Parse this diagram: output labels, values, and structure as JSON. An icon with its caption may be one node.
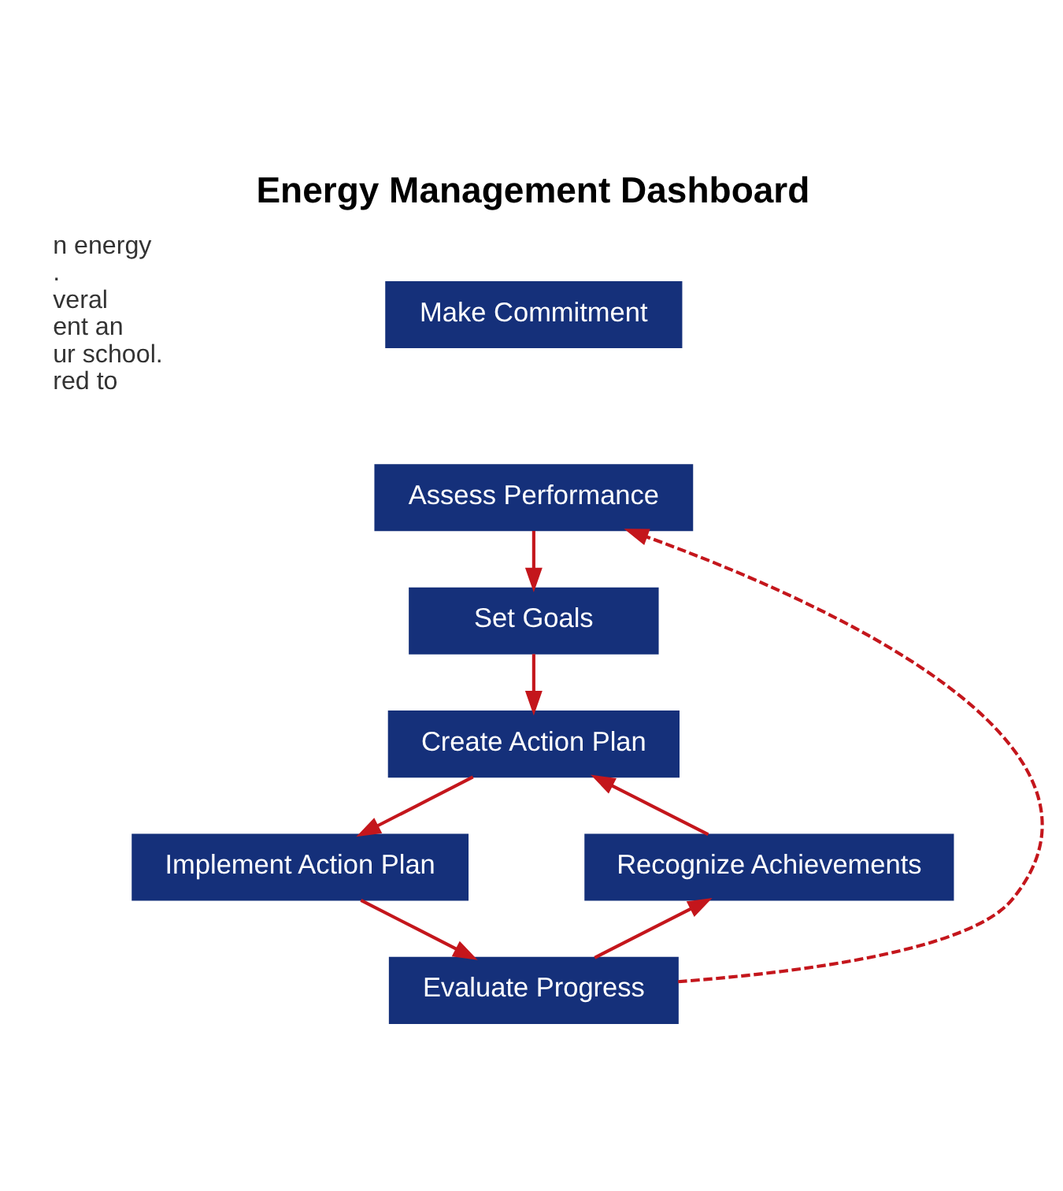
{
  "diagram": {
    "title": "Energy Management Dashboard",
    "nodes": [
      {
        "text": [
          "Make Commitment"
        ]
      },
      {
        "text": [
          "Assess Performance"
        ]
      },
      {
        "text": [
          "Set Goals"
        ]
      },
      {
        "text": [
          "Create Action Plan"
        ]
      },
      {
        "text": [
          "Implement Action Plan"
        ]
      },
      {
        "text": [
          "Evaluate Progress"
        ]
      },
      {
        "text": [
          "Recognize Achievements"
        ]
      }
    ],
    "edges": [
      {
        "from": 1,
        "to": 2,
        "arrow": "to"
      },
      {
        "from": 2,
        "to": 3,
        "arrow": "to"
      },
      {
        "from": 3,
        "to": 4,
        "arrow": "to"
      },
      {
        "from": 4,
        "to": 5,
        "arrow": "to"
      },
      {
        "from": 5,
        "to": 6,
        "arrow": "to"
      },
      {
        "from": 6,
        "to": 3,
        "arrow": "to"
      },
      {
        "from": 5,
        "to": 1,
        "arrow": "to",
        "style": "dashed"
      }
    ],
    "labels": [
      "n energy",
      ".",
      "veral",
      "ent an",
      "ur school.",
      "red to"
    ]
  }
}
